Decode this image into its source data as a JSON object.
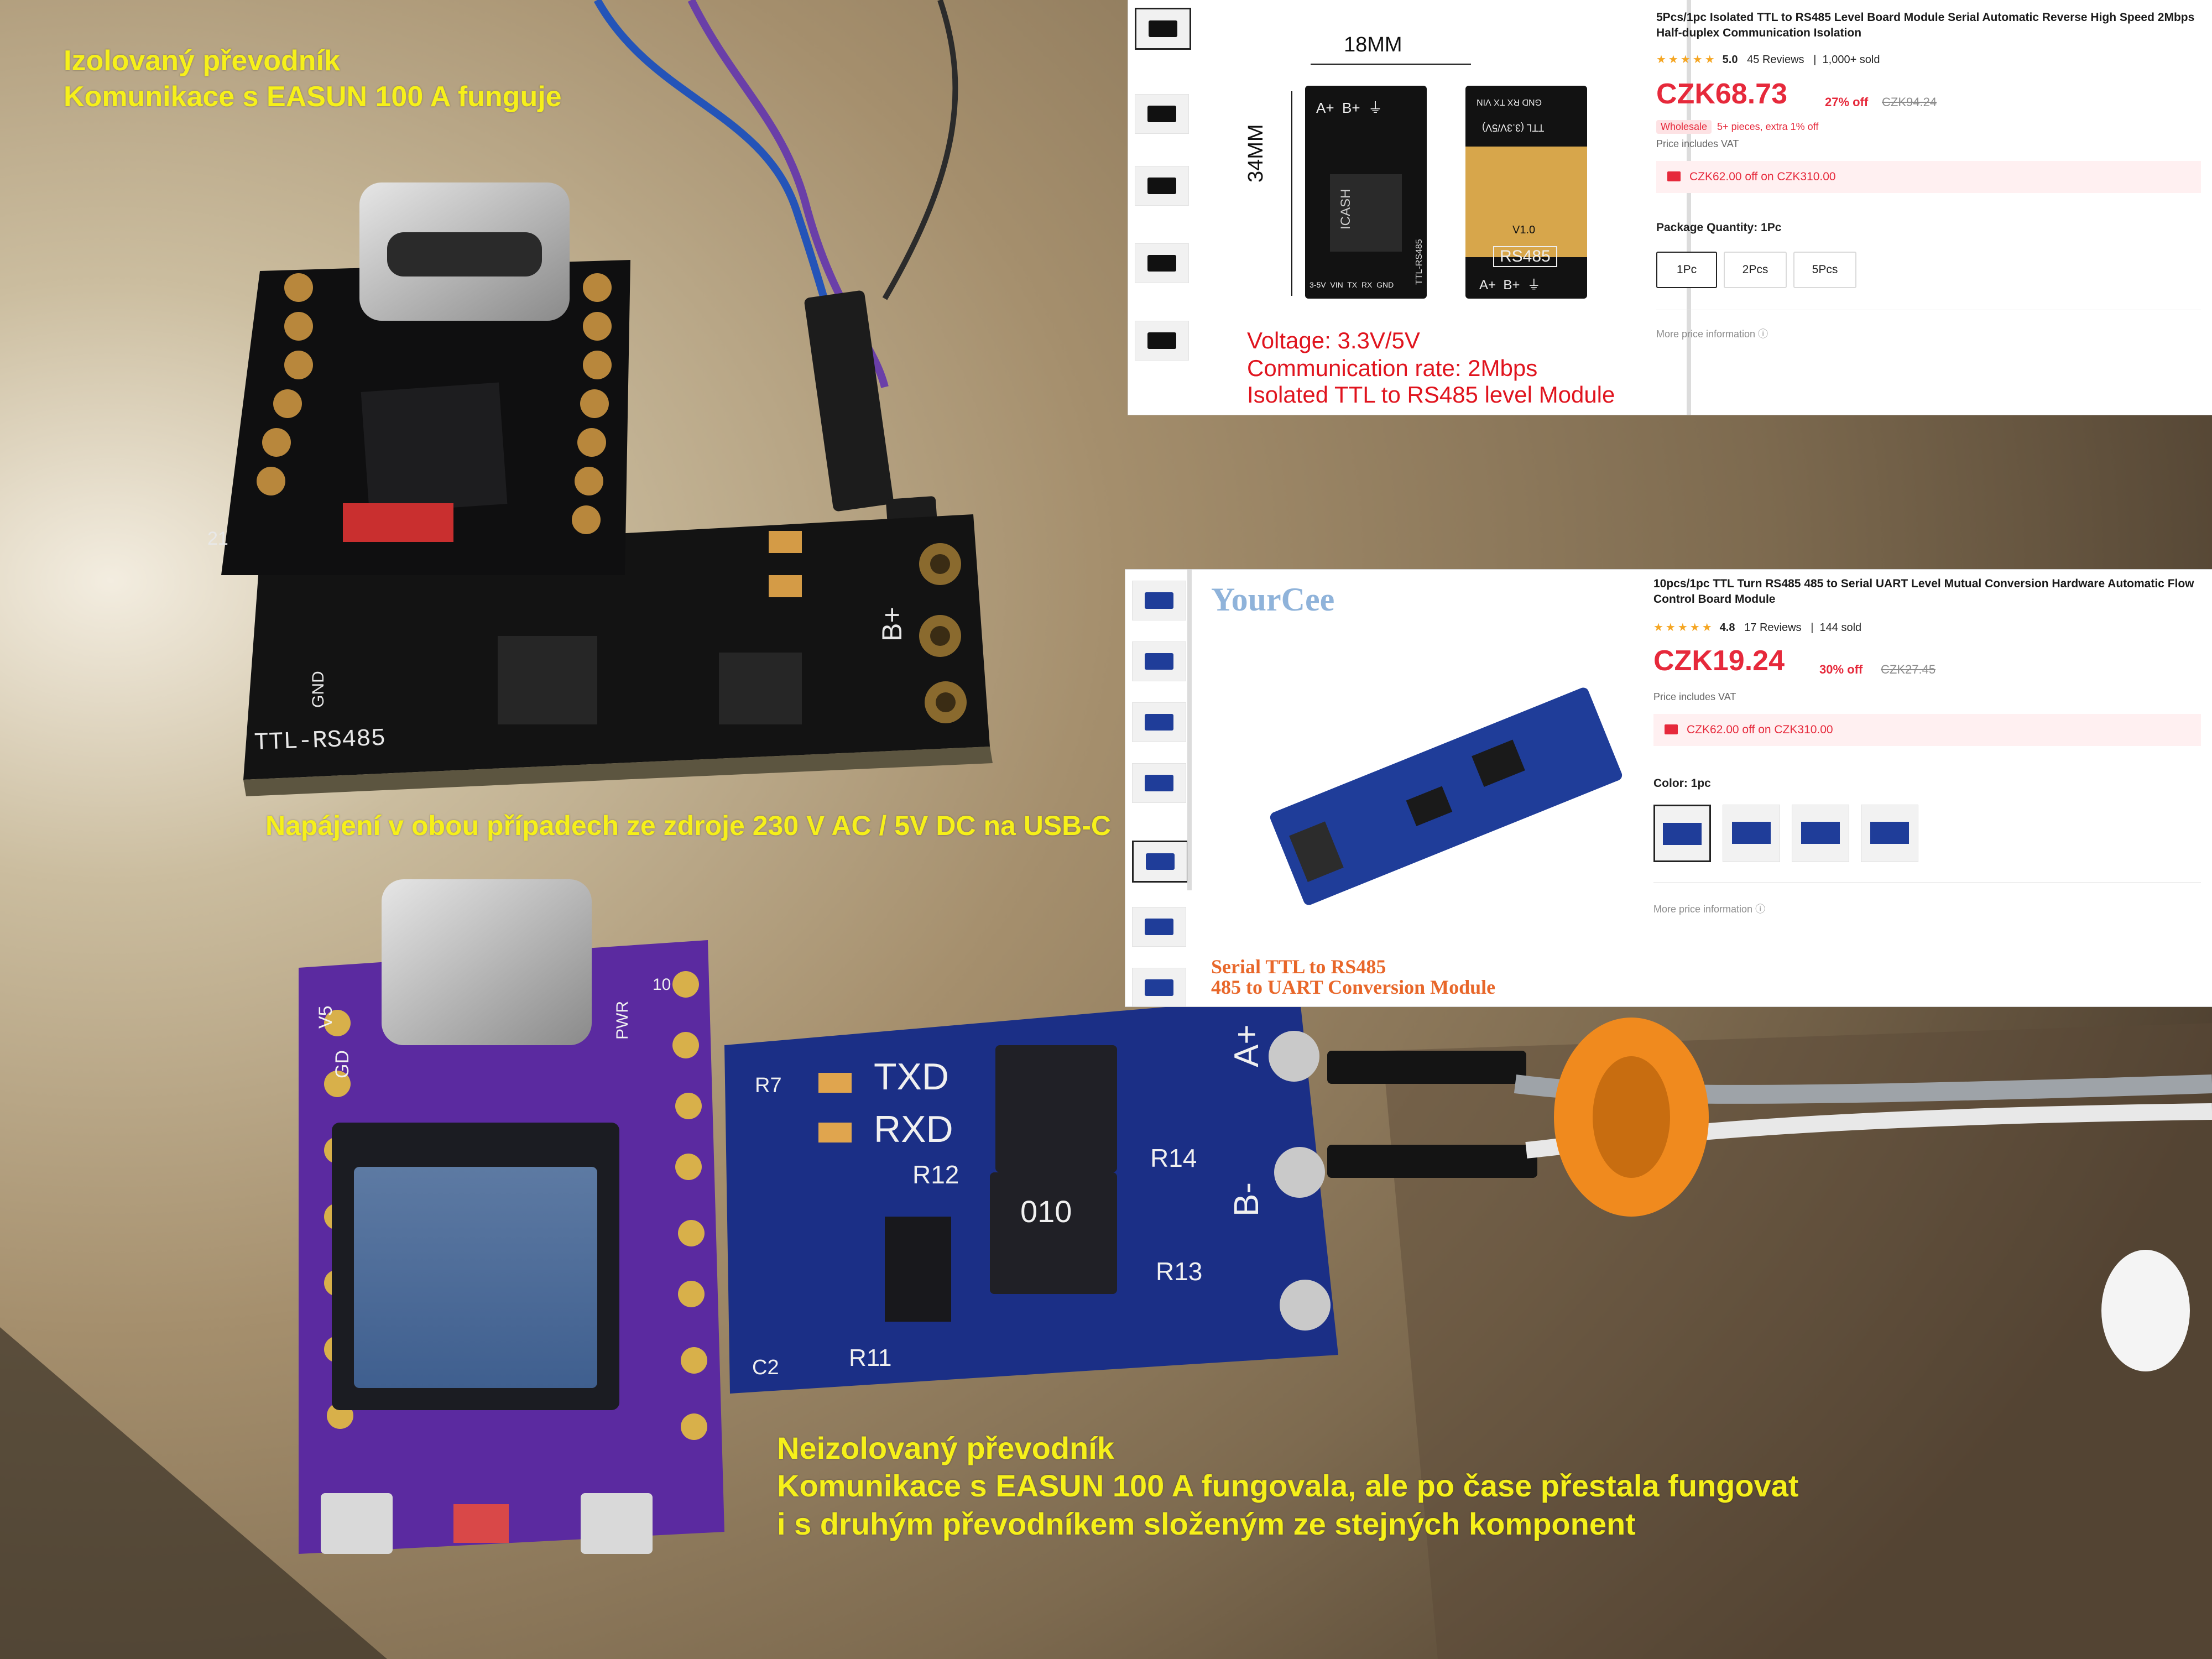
{
  "annotations": {
    "isolated": {
      "line1": "Izolovaný převodník",
      "line2": "Komunikace s EASUN 100 A funguje"
    },
    "power": "Napájení v obou případech ze zdroje 230 V AC / 5V DC na USB-C",
    "nonisolated": {
      "line1": "Neizolovaný převodník",
      "line2": "Komunikace s EASUN 100 A fungovala, ale po čase přestala fungovat",
      "line3": "i s druhým převodníkem složeným ze stejných komponent"
    },
    "color": "#f6f01a"
  },
  "photo": {
    "board_top_silk": {
      "rs485": "TTL-RS485",
      "bplus": "B+",
      "gnd": "GND",
      "pin21": "21"
    },
    "board_bottom_silk": {
      "txd": "TXD",
      "rxd": "RXD",
      "aplus": "A+",
      "bminus": "B-",
      "r12": "R12",
      "r14": "R14",
      "r13": "R13",
      "r11": "R11",
      "r7": "R7",
      "c2": "C2",
      "chip_code": "010",
      "pwr": "PWR",
      "v5": "V5",
      "gd": "GD",
      "pin10": "10"
    }
  },
  "product1": {
    "title": "5Pcs/1pc Isolated TTL to RS485 Level Board Module Serial Automatic Reverse High Speed 2Mbps Half-duplex Communication Isolation",
    "rating": "5.0",
    "reviews": "45 Reviews",
    "sold": "1,000+ sold",
    "price": "CZK68.73",
    "discount": "27% off",
    "old_price": "CZK94.24",
    "wholesale_tag": "Wholesale",
    "wholesale_text": "5+ pieces, extra 1% off",
    "vat": "Price includes VAT",
    "coupon": "CZK62.00 off on CZK310.00",
    "qty_label": "Package Quantity: 1Pc",
    "options": [
      "1Pc",
      "2Pcs",
      "5Pcs"
    ],
    "more_info": "More price information ⓘ",
    "image": {
      "width_label": "18MM",
      "height_label": "34MM",
      "specs": [
        "Voltage: 3.3V/5V",
        "Communication rate: 2Mbps",
        "Isolated TTL to RS485 level Module"
      ],
      "board_left_pins": "A+  B+  ⏚",
      "board_left_bottom": "3-5V  VIN  TX  RX  GND",
      "board_left_chip": "ICASH",
      "board_left_side": "TTL-RS485",
      "board_right_top": "TTL (3.3V/5V)",
      "board_right_pins": "GND RX TX VIN",
      "board_right_ver": "V1.0",
      "board_right_name": "RS485",
      "board_right_bottom": "A+  B+  ⏚"
    }
  },
  "product2": {
    "brand": "YourCee",
    "title": "10pcs/1pc TTL Turn RS485 485 to Serial UART Level Mutual Conversion Hardware Automatic Flow Control Board Module",
    "rating": "4.8",
    "reviews": "17 Reviews",
    "sold": "144 sold",
    "price": "CZK19.24",
    "discount": "30% off",
    "old_price": "CZK27.45",
    "vat": "Price includes VAT",
    "coupon": "CZK62.00 off on CZK310.00",
    "color_label": "Color: 1pc",
    "more_info": "More price information ⓘ",
    "caption": [
      "Serial TTL to RS485",
      "485 to UART Conversion Module"
    ]
  }
}
